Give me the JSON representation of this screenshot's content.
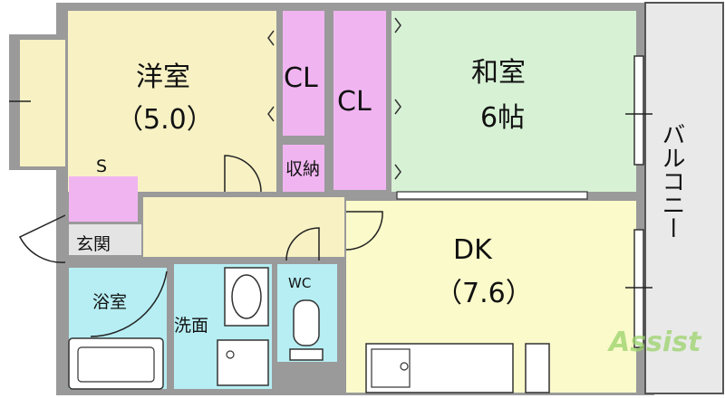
{
  "colors": {
    "wall": "#9a9a9a",
    "youshitsu": "#f7f1c4",
    "washitsu": "#d7f1d5",
    "dk": "#fafaca",
    "closet": "#f0b5f0",
    "bath": "#b6eef3",
    "hall": "#f7f1c4",
    "balcony": "#e9e9e9",
    "watermark": "#9bd36b"
  },
  "rooms": {
    "youshitsu": {
      "name": "洋室",
      "size": "（5.0）"
    },
    "washitsu": {
      "name": "和室",
      "size": "6帖"
    },
    "dk": {
      "name": "DK",
      "size": "（7.6）"
    },
    "cl1": "CL",
    "cl2": "CL",
    "shuno": "収納",
    "sc": "S",
    "genkan": "玄関",
    "yokushitsu": "浴室",
    "senmen": "洗面",
    "wc": "WC",
    "balcony": "バルコニー"
  },
  "watermark": "Assist"
}
